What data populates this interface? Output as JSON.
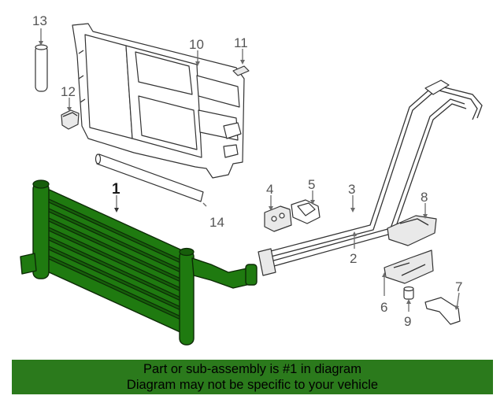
{
  "callouts": {
    "c1": "1",
    "c2": "2",
    "c3": "3",
    "c4": "4",
    "c5": "5",
    "c6": "6",
    "c7": "7",
    "c8": "8",
    "c9": "9",
    "c10": "10",
    "c11": "11",
    "c12": "12",
    "c13": "13",
    "c14": "14"
  },
  "banner": {
    "line1": "Part or sub-assembly is #1 in diagram",
    "line2": "Diagram may not be specific to your vehicle"
  },
  "colors": {
    "highlight_part": "#1f7a10",
    "banner_background": "#2b7a1c"
  }
}
